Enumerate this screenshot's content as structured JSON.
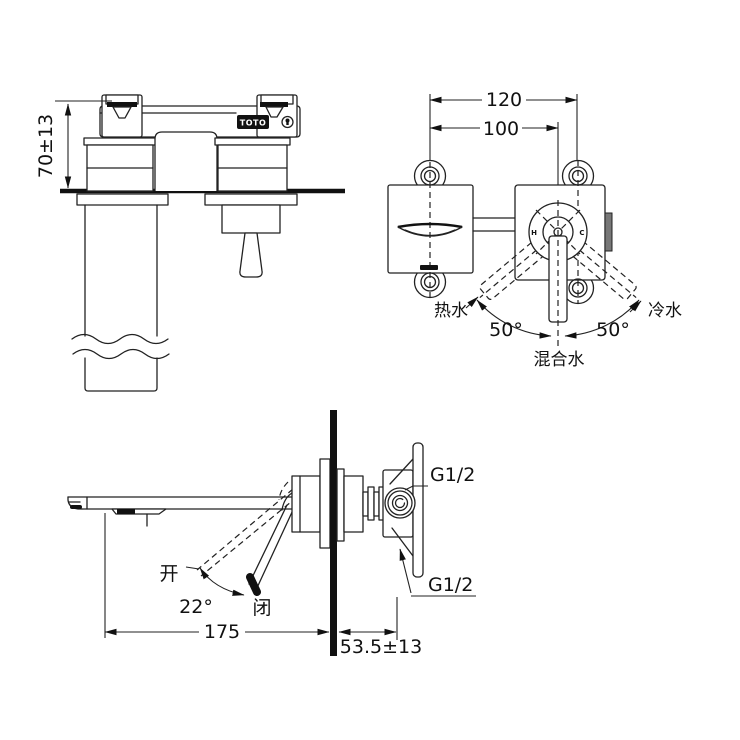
{
  "page": {
    "background": "#ffffff",
    "line_color": "#222222"
  },
  "brand": {
    "logo": "TOTO"
  },
  "front_view": {
    "dim_height": "70±13"
  },
  "rear_view": {
    "dim_outer": "120",
    "dim_inner": "100",
    "angle_left": "50°",
    "angle_right": "50°",
    "label_hot": "热水",
    "label_cold": "冷水",
    "label_mixed": "混合水",
    "mark_hot": "H",
    "mark_cold": "C"
  },
  "side_view": {
    "label_open": "开",
    "label_closed": "闭",
    "angle": "22°",
    "dim_reach": "175",
    "dim_depth": "53.5±13",
    "thread_upper": "G1/2",
    "thread_lower": "G1/2"
  }
}
